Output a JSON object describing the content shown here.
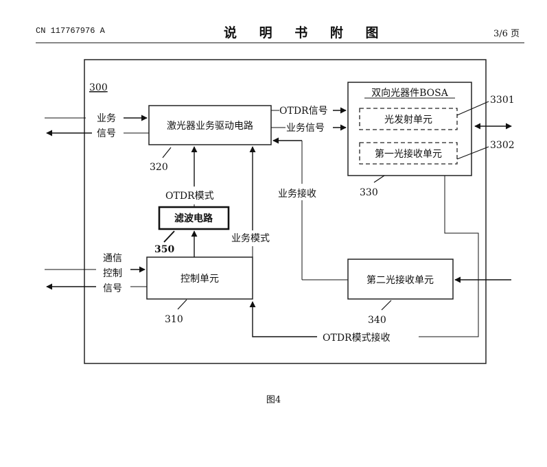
{
  "header": {
    "left": "CN 117767976 A",
    "center": "说 明 书 附 图",
    "right": "3/6 页"
  },
  "figure": {
    "caption": "图4",
    "labels": {
      "system": "300",
      "laser_driver": "激光器业务驱动电路",
      "laser_driver_ref": "320",
      "bosa": "双向光器件BOSA",
      "bosa_ref": "330",
      "tx_unit": "光发射单元",
      "tx_ref": "3301",
      "rx1_unit": "第一光接收单元",
      "rx1_ref": "3302",
      "filter": "滤波电路",
      "filter_ref": "350",
      "control_unit": "控制单元",
      "control_ref": "310",
      "rx2_unit": "第二光接收单元",
      "rx2_ref": "340",
      "biz_line1": "业务",
      "biz_line2": "信号",
      "ctrl_line1": "通信",
      "ctrl_line2": "控制",
      "ctrl_line3": "信号",
      "otdr_signal": "OTDR信号",
      "biz_signal": "业务信号",
      "otdr_mode": "OTDR模式",
      "biz_mode": "业务模式",
      "biz_receive": "业务接收",
      "otdr_mode_receive": "OTDR模式接收"
    }
  }
}
